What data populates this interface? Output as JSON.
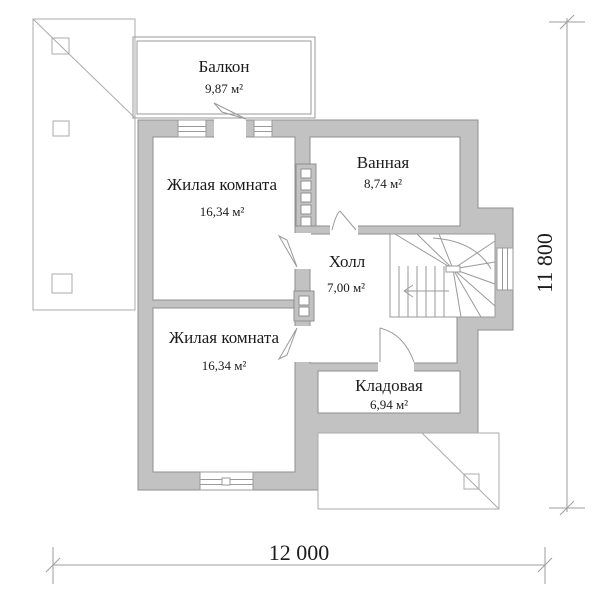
{
  "plan": {
    "rooms": {
      "balcony": {
        "name": "Балкон",
        "area": "9,87 м²"
      },
      "living1": {
        "name": "Жилая комната",
        "area": "16,34 м²"
      },
      "bathroom": {
        "name": "Ванная",
        "area": "8,74 м²"
      },
      "hall": {
        "name": "Холл",
        "area": "7,00 м²"
      },
      "living2": {
        "name": "Жилая комната",
        "area": "16,34 м²"
      },
      "storage": {
        "name": "Кладовая",
        "area": "6,94 м²"
      }
    },
    "dimensions": {
      "width": "12 000",
      "height": "11 800"
    },
    "colors": {
      "wall": "#c2c2c2",
      "wall_outline": "#8f8f8f",
      "detail_line": "#9a9a9a",
      "roof_line": "#ababab",
      "dimension_line": "#9e9e9e",
      "text": "#1c1c1c",
      "background": "#ffffff"
    }
  }
}
